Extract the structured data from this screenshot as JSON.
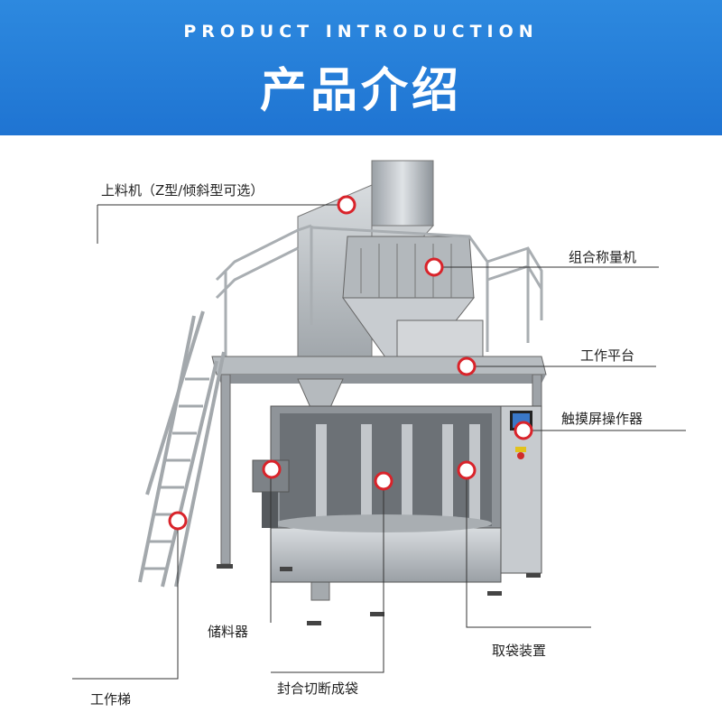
{
  "header": {
    "title_en": "PRODUCT  INTRODUCTION",
    "title_cn": "产品介绍"
  },
  "labels": {
    "hopper": "上料机（Z型/倾斜型可选）",
    "weigher": "组合称量机",
    "platform": "工作平台",
    "touchscreen": "触摸屏操作器",
    "storage": "储料器",
    "bag_pickup": "取袋装置",
    "ladder": "工作梯",
    "sealer": "封合切断成袋"
  },
  "colors": {
    "banner": "#2079d6",
    "marker": "#d9232a",
    "steel": "#b9bec4"
  }
}
